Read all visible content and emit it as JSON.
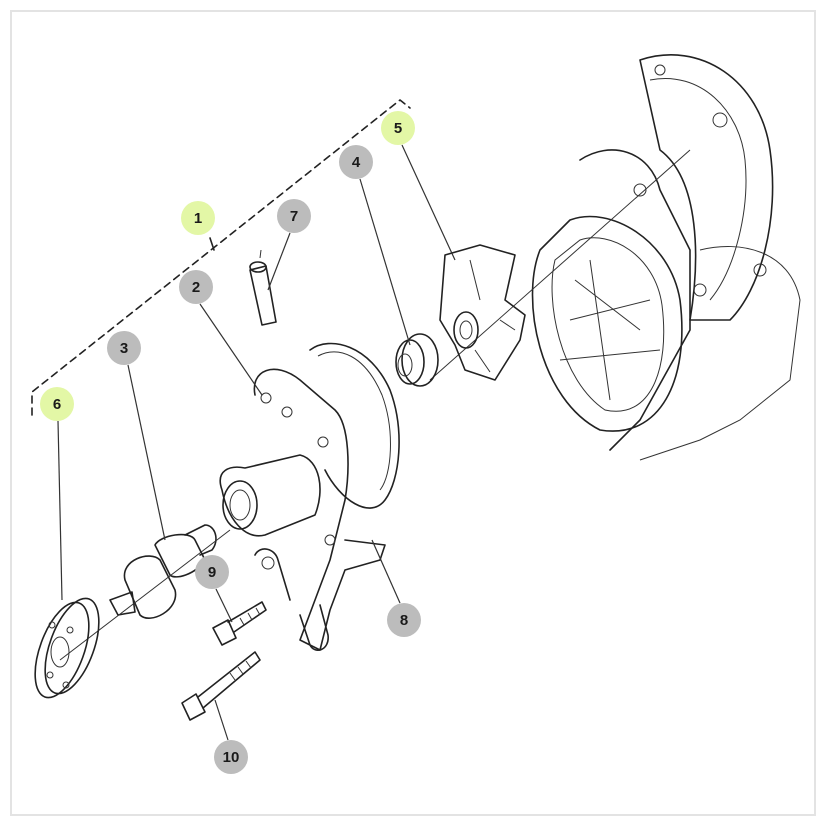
{
  "diagram": {
    "callouts": [
      {
        "id": "1",
        "label": "1",
        "style": "green"
      },
      {
        "id": "2",
        "label": "2",
        "style": "gray"
      },
      {
        "id": "3",
        "label": "3",
        "style": "gray"
      },
      {
        "id": "4",
        "label": "4",
        "style": "gray"
      },
      {
        "id": "5",
        "label": "5",
        "style": "green"
      },
      {
        "id": "6",
        "label": "6",
        "style": "green"
      },
      {
        "id": "7",
        "label": "7",
        "style": "gray"
      },
      {
        "id": "8",
        "label": "8",
        "style": "gray"
      },
      {
        "id": "9",
        "label": "9",
        "style": "gray"
      },
      {
        "id": "10",
        "label": "10",
        "style": "gray"
      }
    ],
    "colors": {
      "green_badge": "#e3f7a6",
      "gray_badge": "#bcbcbc",
      "line": "#222222"
    }
  }
}
